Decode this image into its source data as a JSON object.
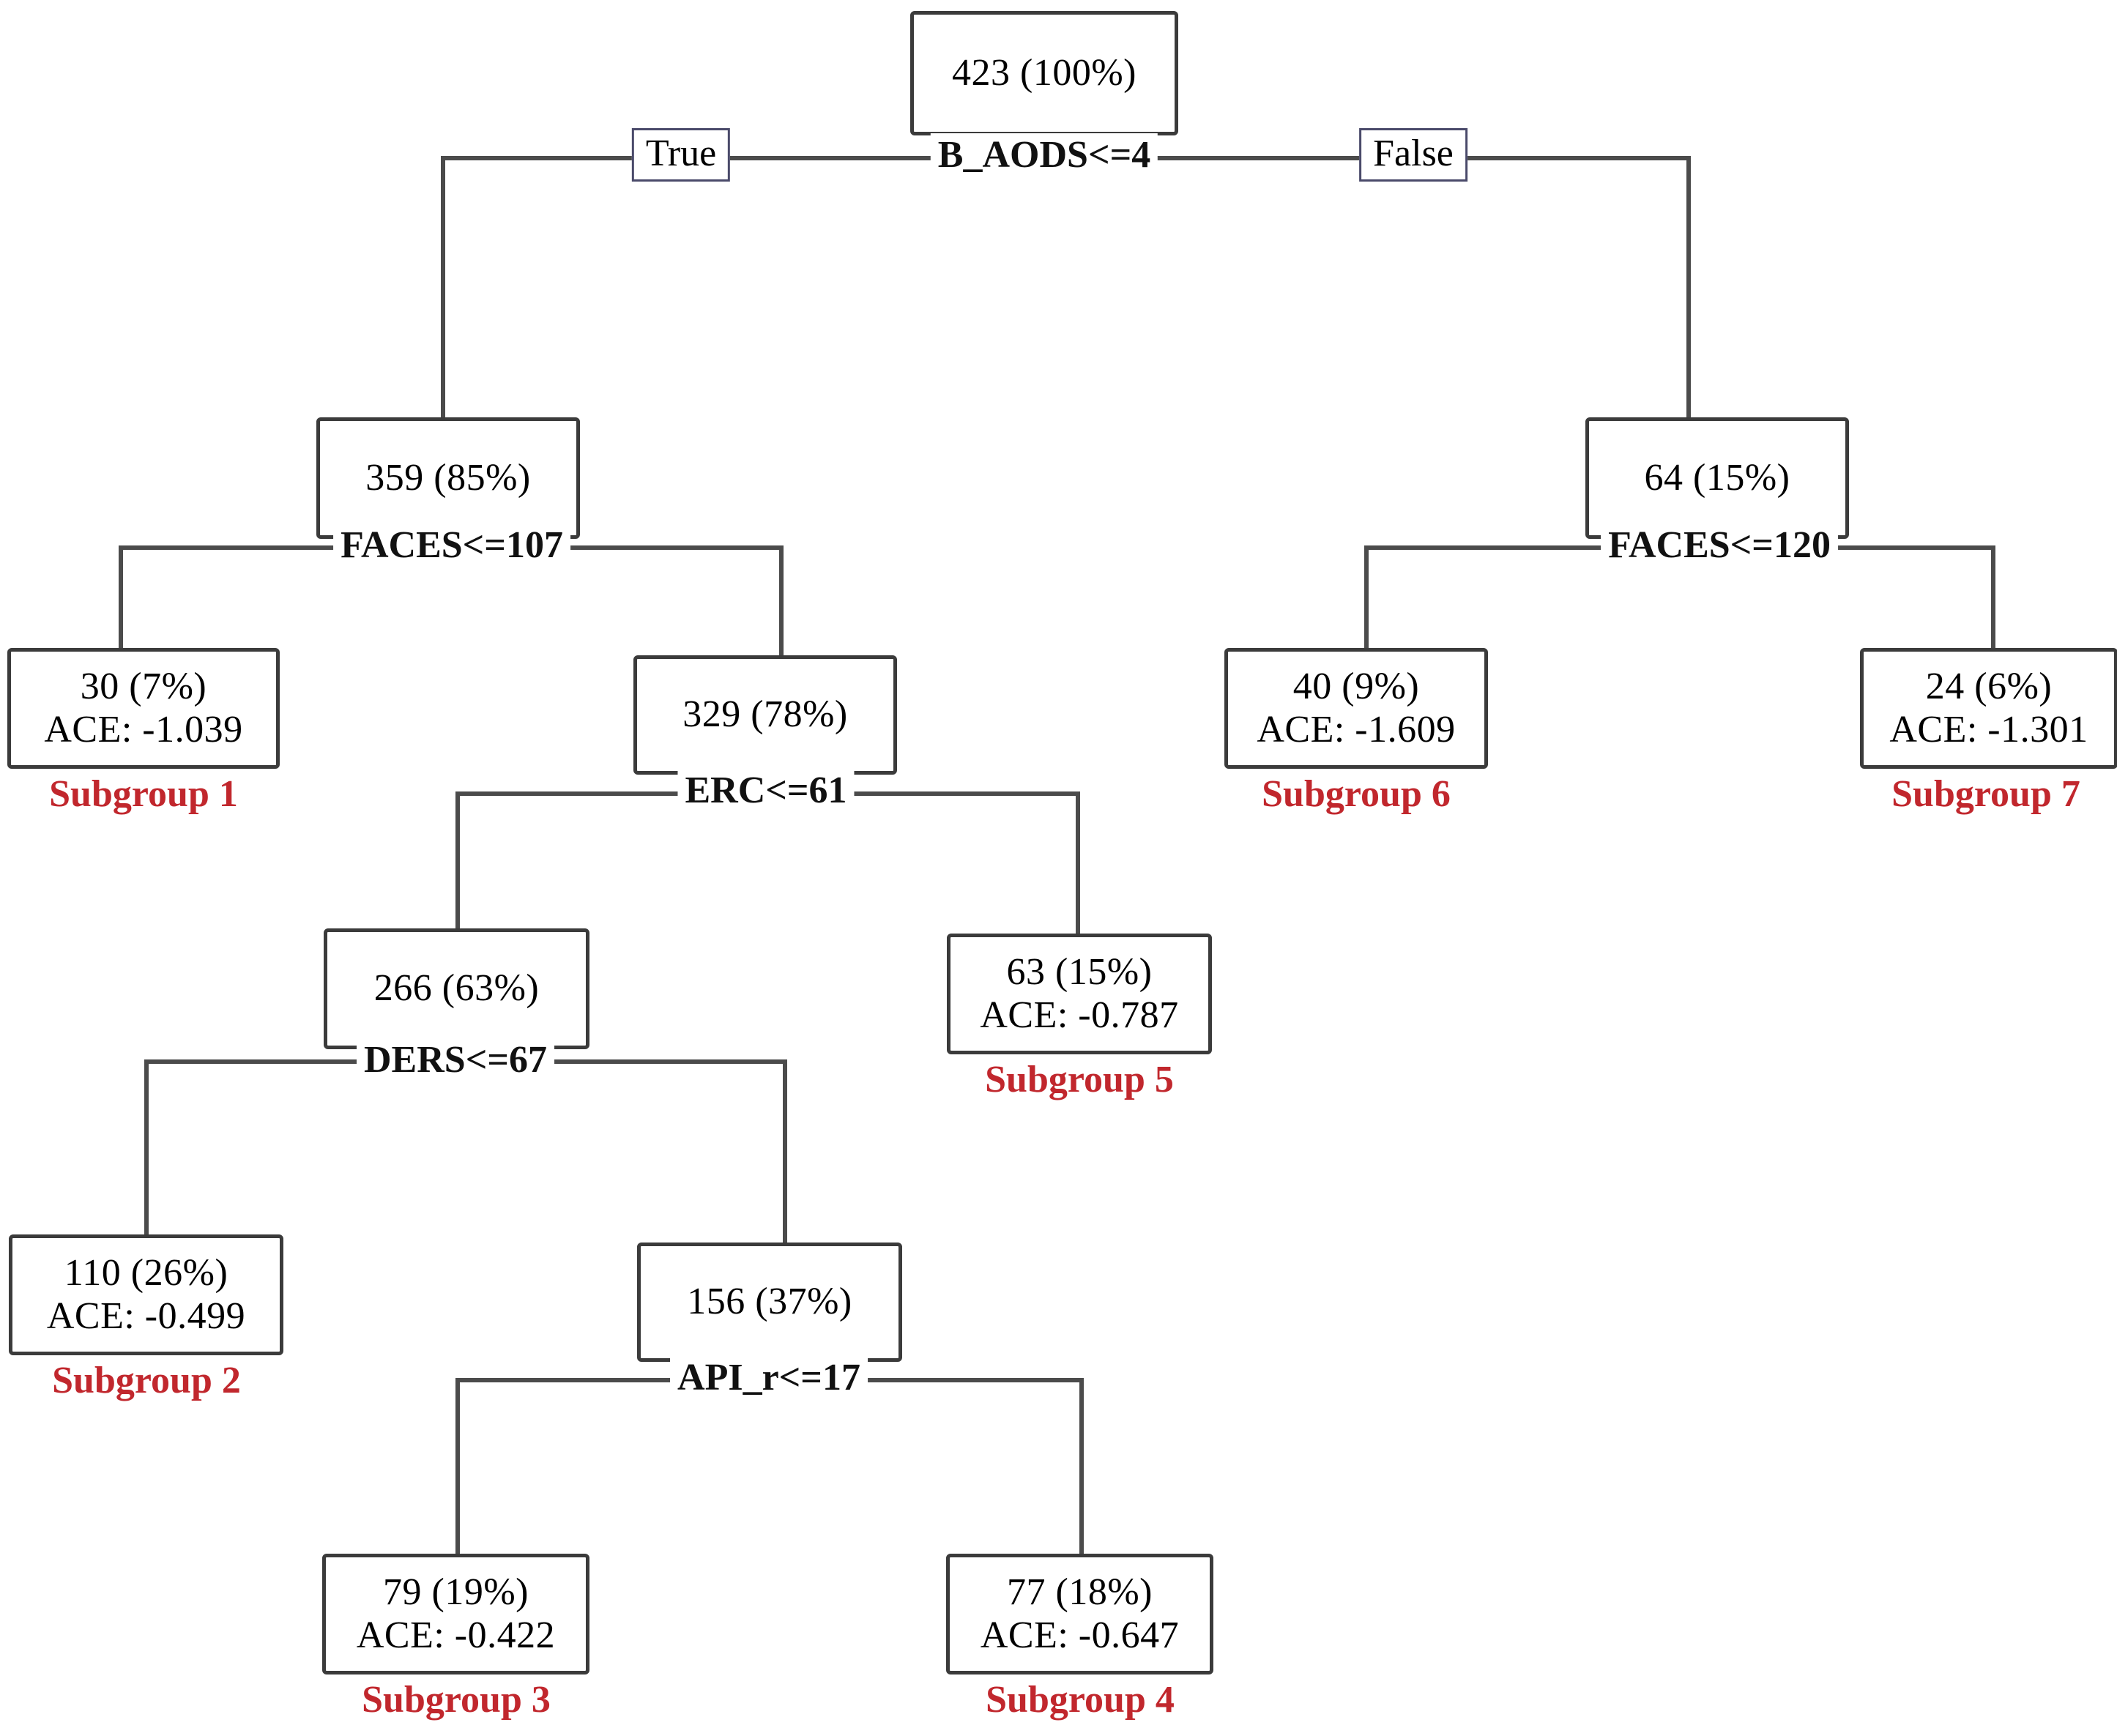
{
  "figure": {
    "type": "decision-tree",
    "root_total": 423,
    "accent_red": "#c1272d",
    "line_color": "#4b4b4b",
    "box_border_color": "#3b3b3b"
  },
  "edge_labels": {
    "true": "True",
    "false": "False"
  },
  "nodes": {
    "root": {
      "count_pct": "423 (100%)",
      "split": "B_AODS<=4"
    },
    "n_left": {
      "count_pct": "359 (85%)",
      "split": "FACES<=107"
    },
    "n_right": {
      "count_pct": "64 (15%)",
      "split": "FACES<=120"
    },
    "n_329": {
      "count_pct": "329 (78%)",
      "split": "ERC<=61"
    },
    "n_266": {
      "count_pct": "266 (63%)",
      "split": "DERS<=67"
    },
    "n_156": {
      "count_pct": "156 (37%)",
      "split": "API_r<=17"
    },
    "leaf1": {
      "count_pct": "30 (7%)",
      "ace": "ACE: -1.039",
      "subgroup": "Subgroup 1"
    },
    "leaf2": {
      "count_pct": "110 (26%)",
      "ace": "ACE: -0.499",
      "subgroup": "Subgroup 2"
    },
    "leaf3": {
      "count_pct": "79 (19%)",
      "ace": "ACE: -0.422",
      "subgroup": "Subgroup 3"
    },
    "leaf4": {
      "count_pct": "77 (18%)",
      "ace": "ACE: -0.647",
      "subgroup": "Subgroup 4"
    },
    "leaf5": {
      "count_pct": "63 (15%)",
      "ace": "ACE: -0.787",
      "subgroup": "Subgroup 5"
    },
    "leaf6": {
      "count_pct": "40 (9%)",
      "ace": "ACE: -1.609",
      "subgroup": "Subgroup 6"
    },
    "leaf7": {
      "count_pct": "24 (6%)",
      "ace": "ACE: -1.301",
      "subgroup": "Subgroup 7"
    }
  },
  "chart_data": {
    "type": "tree",
    "title": "",
    "root_sample_size": 423,
    "tree": [
      {
        "id": "root",
        "label": "423 (100%)",
        "n": 423,
        "pct": 100,
        "split": "B_AODS<=4",
        "parent": null,
        "branch": null
      },
      {
        "id": "n_left",
        "label": "359 (85%)",
        "n": 359,
        "pct": 85,
        "split": "FACES<=107",
        "parent": "root",
        "branch": "True"
      },
      {
        "id": "n_right",
        "label": "64 (15%)",
        "n": 64,
        "pct": 15,
        "split": "FACES<=120",
        "parent": "root",
        "branch": "False"
      },
      {
        "id": "leaf1",
        "label": "30 (7%)",
        "n": 30,
        "pct": 7,
        "ace": -1.039,
        "subgroup": "Subgroup 1",
        "parent": "n_left",
        "branch": "True"
      },
      {
        "id": "n_329",
        "label": "329 (78%)",
        "n": 329,
        "pct": 78,
        "split": "ERC<=61",
        "parent": "n_left",
        "branch": "False"
      },
      {
        "id": "n_266",
        "label": "266 (63%)",
        "n": 266,
        "pct": 63,
        "split": "DERS<=67",
        "parent": "n_329",
        "branch": "True"
      },
      {
        "id": "leaf5",
        "label": "63 (15%)",
        "n": 63,
        "pct": 15,
        "ace": -0.787,
        "subgroup": "Subgroup 5",
        "parent": "n_329",
        "branch": "False"
      },
      {
        "id": "leaf2",
        "label": "110 (26%)",
        "n": 110,
        "pct": 26,
        "ace": -0.499,
        "subgroup": "Subgroup 2",
        "parent": "n_266",
        "branch": "True"
      },
      {
        "id": "n_156",
        "label": "156 (37%)",
        "n": 156,
        "pct": 37,
        "split": "API_r<=17",
        "parent": "n_266",
        "branch": "False"
      },
      {
        "id": "leaf3",
        "label": "79 (19%)",
        "n": 79,
        "pct": 19,
        "ace": -0.422,
        "subgroup": "Subgroup 3",
        "parent": "n_156",
        "branch": "True"
      },
      {
        "id": "leaf4",
        "label": "77 (18%)",
        "n": 77,
        "pct": 18,
        "ace": -0.647,
        "subgroup": "Subgroup 4",
        "parent": "n_156",
        "branch": "False"
      },
      {
        "id": "leaf6",
        "label": "40 (9%)",
        "n": 40,
        "pct": 9,
        "ace": -1.609,
        "subgroup": "Subgroup 6",
        "parent": "n_right",
        "branch": "True"
      },
      {
        "id": "leaf7",
        "label": "24 (6%)",
        "n": 24,
        "pct": 6,
        "ace": -1.301,
        "subgroup": "Subgroup 7",
        "parent": "n_right",
        "branch": "False"
      }
    ],
    "subgroup_ace_values": {
      "Subgroup 1": -1.039,
      "Subgroup 2": -0.499,
      "Subgroup 3": -0.422,
      "Subgroup 4": -0.647,
      "Subgroup 5": -0.787,
      "Subgroup 6": -1.609,
      "Subgroup 7": -1.301
    }
  }
}
